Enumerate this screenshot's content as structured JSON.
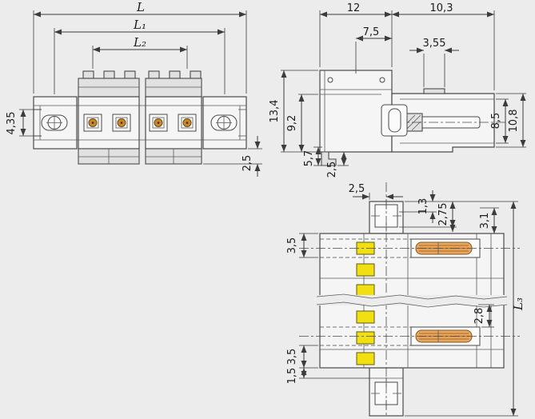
{
  "drawing": {
    "type": "technical-dimensional-drawing",
    "decimal_style": "comma",
    "colors": {
      "background": "#ececec",
      "line": "#4a4a4a",
      "body": "#f5f5f5",
      "shade": "#e1e1e1",
      "coding_yellow": "#f2df12",
      "contact_orange": "#eaa55e",
      "contact_gold": "#c8872e"
    },
    "views": {
      "front": {
        "dims": {
          "L": "L",
          "L1": "L₁",
          "L2": "L₂",
          "d435": "4,35",
          "d25": "2,5"
        }
      },
      "side": {
        "dims": {
          "d12": "12",
          "d103": "10,3",
          "d75": "7,5",
          "d355": "3,55",
          "d134": "13,4",
          "d92": "9,2",
          "d57": "5,7",
          "d25": "2,5",
          "d85": "8,5",
          "d108": "10,8"
        }
      },
      "top": {
        "dims": {
          "d25": "2,5",
          "d13": "1,3",
          "d275": "2,75",
          "d31": "3,1",
          "d35_upper": "3,5",
          "d35_lower": "3,5",
          "d15": "1,5",
          "d28": "2,8",
          "L3": "L₃"
        }
      }
    }
  }
}
